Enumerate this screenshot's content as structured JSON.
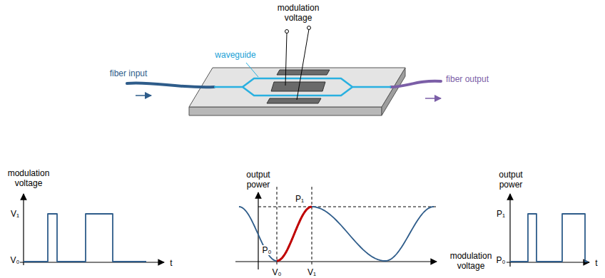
{
  "diagram": {
    "labels": [
      "modulation voltage",
      "waveguide",
      "fiber input",
      "fiber output",
      "modulation voltage",
      "V₁",
      "V₀",
      "t",
      "output power",
      "P₁",
      "P₀",
      "V₀",
      "V₁",
      "modulation voltage",
      "output power",
      "P₁",
      "P₀",
      "t"
    ]
  }
}
